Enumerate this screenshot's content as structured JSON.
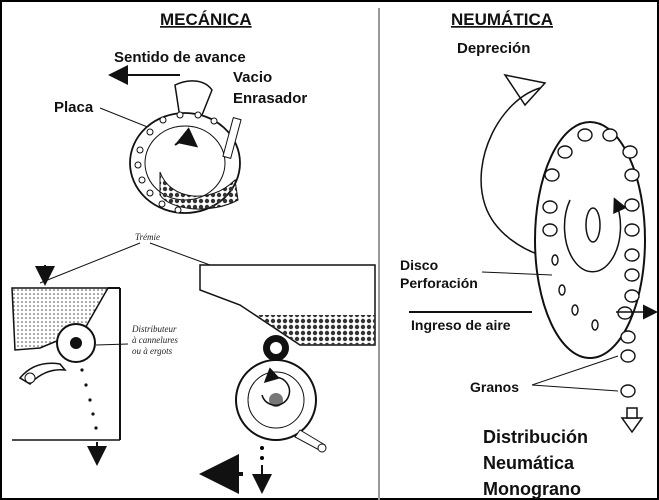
{
  "mechanical": {
    "title": "MECÁNICA",
    "labels": {
      "direction": "Sentido de avance",
      "vacuum": "Vacio",
      "leveler": "Enrasador",
      "plate": "Placa",
      "hopper": "Trémie",
      "distributor_line1": "Distributeur",
      "distributor_line2": "à cannelures",
      "distributor_line3": "ou à ergots"
    }
  },
  "pneumatic": {
    "title": "NEUMÁTICA",
    "labels": {
      "depression": "Depreción",
      "disk_line1": "Disco",
      "disk_line2": "Perforación",
      "air_inlet": "Ingreso de aire",
      "grains": "Granos",
      "caption_line1": "Distribución",
      "caption_line2": "Neumática",
      "caption_line3": "Monograno"
    }
  }
}
